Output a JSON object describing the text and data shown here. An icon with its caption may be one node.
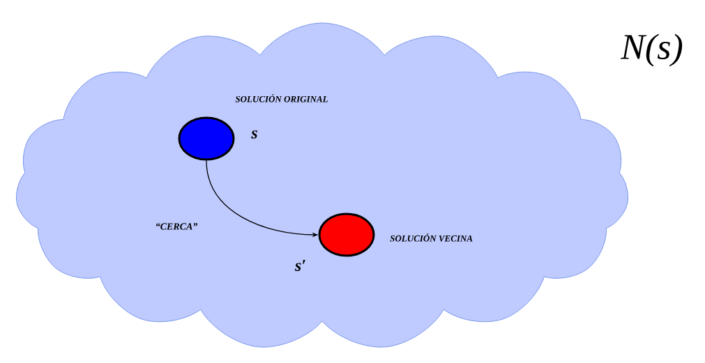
{
  "diagram": {
    "nodes": [
      {
        "text": [],
        "shape": "cloud"
      },
      {
        "text": [
          "SOLUCIÓN ORIGINAL"
        ],
        "beside": [
          "s"
        ],
        "in": 0
      },
      {
        "text": [
          "SOLUCIÓN VECINA"
        ],
        "beside": [
          "s′"
        ],
        "in": 0
      }
    ],
    "edges": [
      {
        "from": 1,
        "to": 2,
        "arrow": "to",
        "label": "“CERCA”"
      }
    ],
    "labels": [
      "N(s)"
    ]
  }
}
